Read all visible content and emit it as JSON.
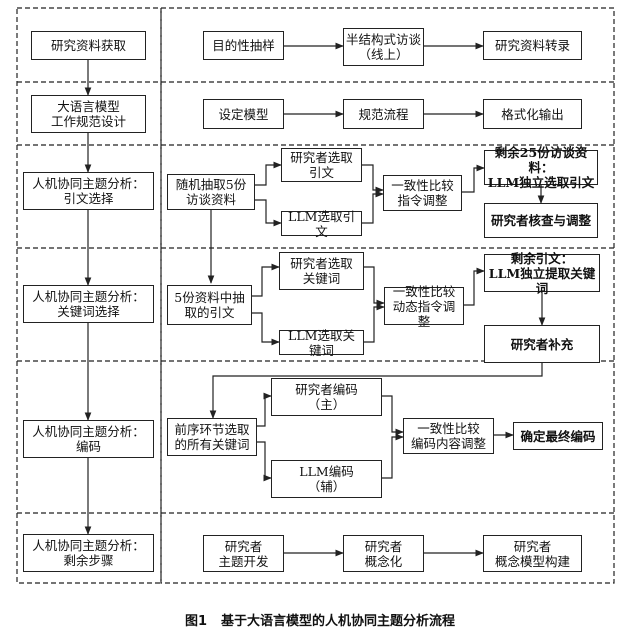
{
  "caption": {
    "figure_no": "图1",
    "title": "基于大语言模型的人机协同主题分析流程"
  },
  "stages": [
    {
      "label": "研究资料获取"
    },
    {
      "label": "大语言模型\n工作规范设计"
    },
    {
      "label": "人机协同主题分析：\n引文选择"
    },
    {
      "label": "人机协同主题分析：\n关键词选择"
    },
    {
      "label": "人机协同主题分析：\n编码"
    },
    {
      "label": "人机协同主题分析：\n剩余步骤"
    }
  ],
  "steps": {
    "purposive_sampling": "目的性抽样",
    "semi_structured_interview": "半结构式访谈\n（线上）",
    "transcription": "研究资料转录",
    "set_model": "设定模型",
    "standardize_process": "规范流程",
    "format_output": "格式化输出",
    "random_sample": "随机抽取5份\n访谈资料",
    "researcher_select_quotes": "研究者选取\n引文",
    "llm_select_quotes": "LLM选取引文",
    "consistency_prompt_adjust": "一致性比较\n指令调整",
    "remaining_25": "剩余25份访谈资料：\nLLM独立选取引文",
    "researcher_review": "研究者核查与调整",
    "quotes_from_5": "5份资料中抽\n取的引文",
    "researcher_select_keywords": "研究者选取\n关键词",
    "llm_select_keywords": "LLM选取关键词",
    "consistency_dynamic_adjust": "一致性比较\n动态指令调整",
    "remaining_quotes": "剩余引文：\nLLM独立提取关键词",
    "researcher_supplement": "研究者补充",
    "all_keywords": "前序环节选取\n的所有关键词",
    "researcher_coding": "研究者编码\n（主）",
    "llm_coding": "LLM编码\n（辅）",
    "consistency_content_adjust": "一致性比较\n编码内容调整",
    "final_coding": "确定最终编码",
    "theme_development": "研究者\n主题开发",
    "conceptualization": "研究者\n概念化",
    "model_building": "研究者\n概念模型构建"
  }
}
